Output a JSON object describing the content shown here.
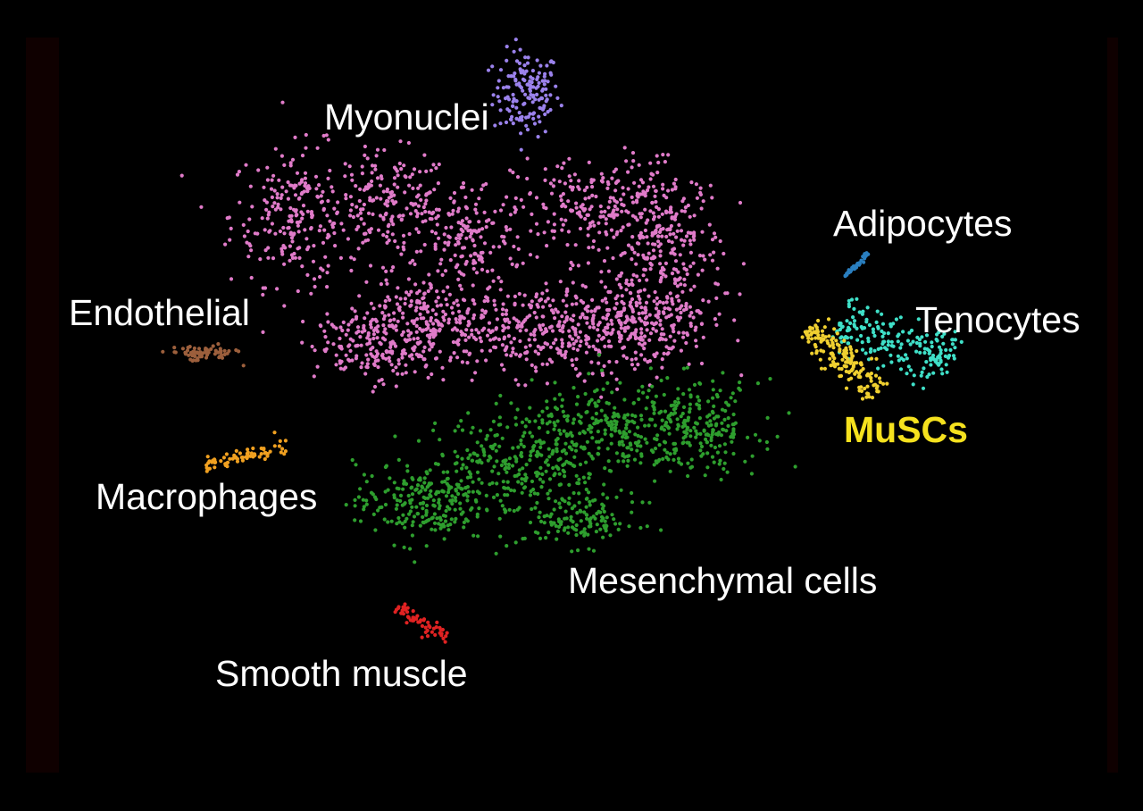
{
  "chart_data": {
    "type": "scatter",
    "title": "",
    "xlabel": "",
    "ylabel": "",
    "xlim": [
      -14.4,
      16.0
    ],
    "ylim": [
      -11.4,
      11.2
    ],
    "grid": false,
    "legend": "none (inline cluster labels)",
    "clusters": [
      {
        "name": "Myonuclei",
        "label": "Myonuclei",
        "color": "#9b82ec",
        "blobs": [
          {
            "center": [
              -0.4,
              8.6
            ],
            "spread": [
              0.55,
              0.75
            ],
            "n": 150
          }
        ]
      },
      {
        "name": "Myonuclei-main",
        "label": "",
        "color": "#e07bc9",
        "blobs": [
          {
            "center": [
              -6.5,
              5.2
            ],
            "spread": [
              1.1,
              1.2
            ],
            "n": 230
          },
          {
            "center": [
              -4.0,
              5.5
            ],
            "spread": [
              1.0,
              0.9
            ],
            "n": 170
          },
          {
            "center": [
              -2.0,
              4.6
            ],
            "spread": [
              1.0,
              1.0
            ],
            "n": 170
          },
          {
            "center": [
              1.5,
              5.4
            ],
            "spread": [
              1.4,
              0.9
            ],
            "n": 230
          },
          {
            "center": [
              3.4,
              4.2
            ],
            "spread": [
              0.9,
              1.4
            ],
            "n": 230
          },
          {
            "center": [
              -3.0,
              2.2
            ],
            "spread": [
              1.3,
              0.8
            ],
            "n": 260
          },
          {
            "center": [
              0.0,
              2.0
            ],
            "spread": [
              1.5,
              0.8
            ],
            "n": 280
          },
          {
            "center": [
              2.6,
              2.3
            ],
            "spread": [
              1.2,
              0.9
            ],
            "n": 260
          },
          {
            "center": [
              -4.6,
              1.5
            ],
            "spread": [
              0.9,
              0.6
            ],
            "n": 150
          }
        ]
      },
      {
        "name": "Mesenchymal cells",
        "label": "Mesenchymal cells",
        "color": "#2e9e2e",
        "blobs": [
          {
            "center": [
              -3.2,
              -2.8
            ],
            "spread": [
              1.1,
              0.7
            ],
            "n": 230
          },
          {
            "center": [
              -0.6,
              -1.6
            ],
            "spread": [
              1.4,
              0.9
            ],
            "n": 260
          },
          {
            "center": [
              2.0,
              -0.8
            ],
            "spread": [
              1.4,
              0.8
            ],
            "n": 260
          },
          {
            "center": [
              4.2,
              -0.7
            ],
            "spread": [
              1.0,
              0.8
            ],
            "n": 200
          },
          {
            "center": [
              1.0,
              -3.3
            ],
            "spread": [
              1.0,
              0.45
            ],
            "n": 130
          }
        ]
      },
      {
        "name": "Endothelial",
        "label": "Endothelial",
        "color": "#9c5f3c",
        "blobs": [
          {
            "center": [
              -9.05,
              1.35
            ],
            "spread": [
              0.55,
              0.14
            ],
            "n": 70
          }
        ]
      },
      {
        "name": "Macrophages",
        "label": "Macrophages",
        "color": "#f0a020",
        "line": {
          "from": [
            -8.95,
            -1.8
          ],
          "to": [
            -6.75,
            -1.2
          ],
          "width": 0.1,
          "n": 70
        }
      },
      {
        "name": "Smooth muscle",
        "label": "Smooth muscle",
        "color": "#e02222",
        "line": {
          "from": [
            -3.83,
            -5.7
          ],
          "to": [
            -2.5,
            -6.63
          ],
          "width": 0.12,
          "n": 55
        }
      },
      {
        "name": "Adipocytes",
        "label": "Adipocytes",
        "color": "#2a7fc0",
        "line": {
          "from": [
            8.08,
            3.5
          ],
          "to": [
            8.75,
            4.2
          ],
          "width": 0.03,
          "n": 35
        }
      },
      {
        "name": "Tenocytes",
        "label": "Tenocytes",
        "color": "#3fe0c8",
        "line": {
          "from": [
            7.9,
            2.25
          ],
          "to": [
            10.9,
            1.0
          ],
          "width": 0.38,
          "n": 190
        }
      },
      {
        "name": "MuSCs",
        "label": "MuSCs",
        "color": "#f0d030",
        "line": {
          "from": [
            7.1,
            2.1
          ],
          "to": [
            9.0,
            0.25
          ],
          "width": 0.24,
          "n": 160
        }
      }
    ]
  },
  "labels": {
    "myonuclei": "Myonuclei",
    "adipocytes": "Adipocytes",
    "tenocytes": "Tenocytes",
    "muscs": "MuSCs",
    "endothelial": "Endothelial",
    "macrophages": "Macrophages",
    "mesenchymal": "Mesenchymal cells",
    "smooth_muscle": "Smooth muscle"
  },
  "colors": {
    "background": "#000000",
    "side_bars": "#0f0000",
    "label_text": "#ffffff",
    "highlight_label": "#f5e11e"
  }
}
